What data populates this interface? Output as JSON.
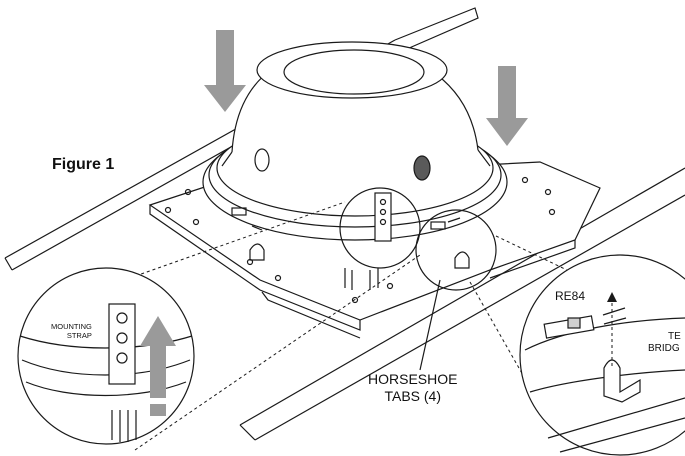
{
  "figure": {
    "title": "Figure 1"
  },
  "callouts": {
    "mounting_strap_line1": "MOUNTING",
    "mounting_strap_line2": "STRAP",
    "horseshoe_line1": "HORSESHOE",
    "horseshoe_line2": "TABS (4)",
    "re84": "RE84",
    "te_line1": "TE",
    "te_line2": "BRIDG"
  },
  "colors": {
    "line": "#1a1a1a",
    "arrow_fill": "#9a9a9a",
    "speaker_grille": "#5a5a5a",
    "background": "#ffffff"
  }
}
